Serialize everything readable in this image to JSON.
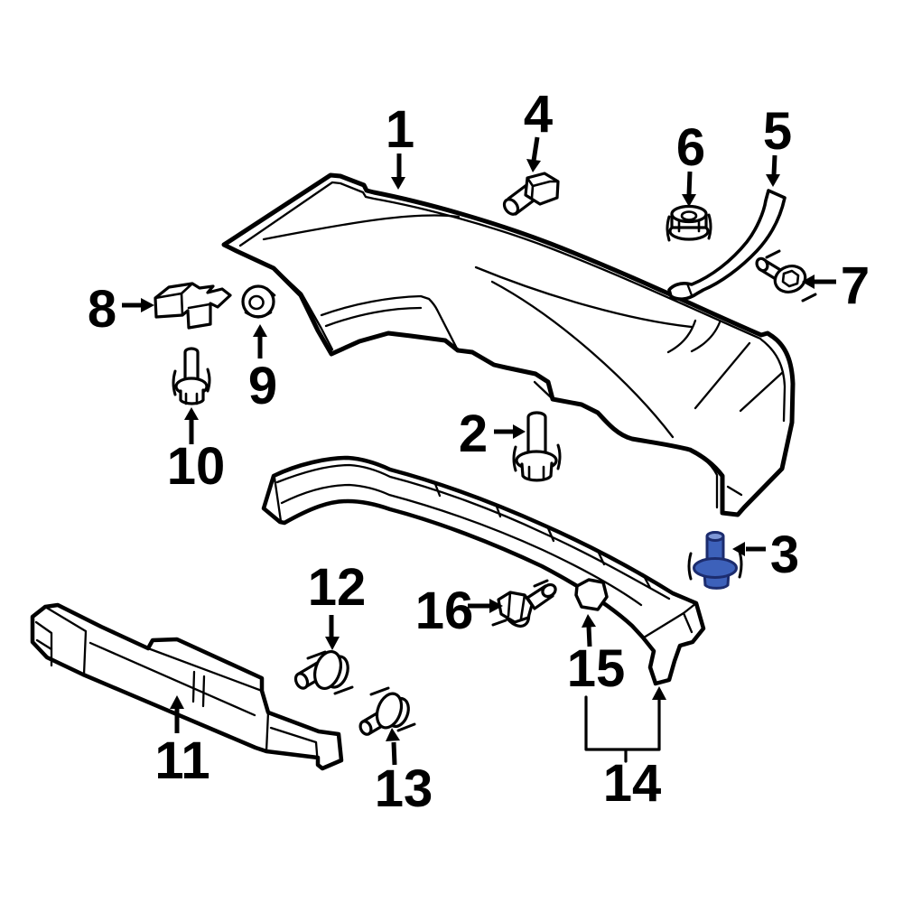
{
  "diagram": {
    "background_color": "#ffffff",
    "line_color": "#000000",
    "highlight_fill": "#3d61ba",
    "highlight_fill_light": "#7e97d6",
    "highlight_outline": "#1c2c6e",
    "highlighted_callout": "3"
  },
  "callouts": [
    {
      "number": "1"
    },
    {
      "number": "2"
    },
    {
      "number": "3"
    },
    {
      "number": "4"
    },
    {
      "number": "5"
    },
    {
      "number": "6"
    },
    {
      "number": "7"
    },
    {
      "number": "8"
    },
    {
      "number": "9"
    },
    {
      "number": "10"
    },
    {
      "number": "11"
    },
    {
      "number": "12"
    },
    {
      "number": "13"
    },
    {
      "number": "14"
    },
    {
      "number": "15"
    },
    {
      "number": "16"
    }
  ]
}
